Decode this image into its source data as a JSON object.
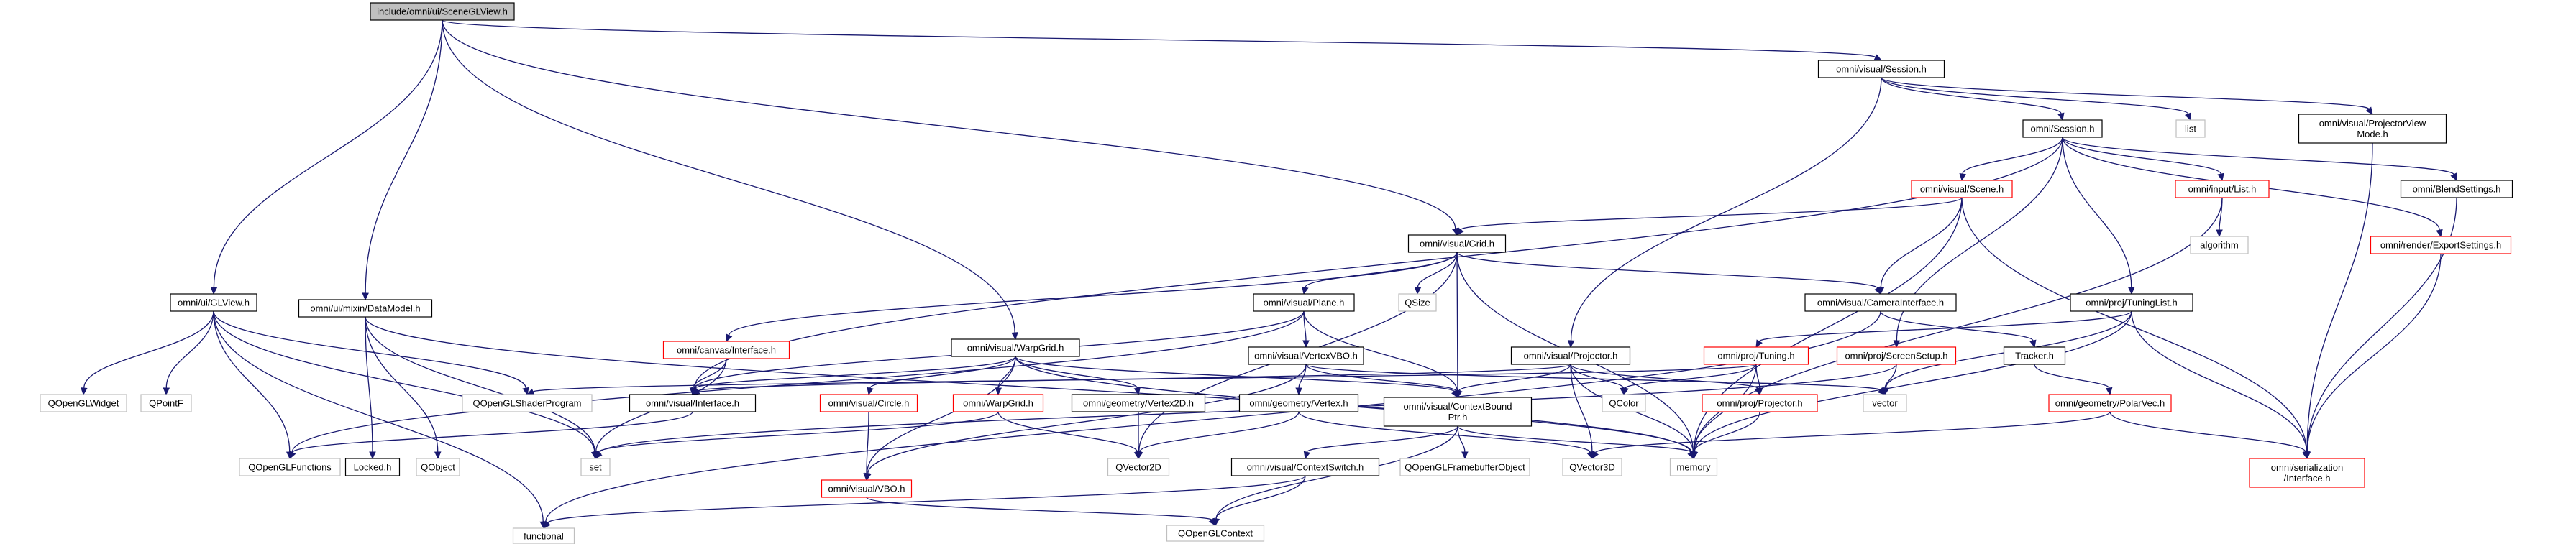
{
  "diagram": {
    "nodes": [
      {
        "id": "root",
        "lines": [
          "include/omni/ui/SceneGLView.h"
        ],
        "style": "root"
      },
      {
        "id": "session_v",
        "lines": [
          "omni/visual/Session.h"
        ],
        "style": "normal"
      },
      {
        "id": "glview",
        "lines": [
          "omni/ui/GLView.h"
        ],
        "style": "normal"
      },
      {
        "id": "datamodel",
        "lines": [
          "omni/ui/mixin/DataModel.h"
        ],
        "style": "normal"
      },
      {
        "id": "grid",
        "lines": [
          "omni/visual/Grid.h"
        ],
        "style": "normal"
      },
      {
        "id": "warpgrid_v",
        "lines": [
          "omni/visual/WarpGrid.h"
        ],
        "style": "normal"
      },
      {
        "id": "session",
        "lines": [
          "omni/Session.h"
        ],
        "style": "normal"
      },
      {
        "id": "list",
        "lines": [
          "list"
        ],
        "style": "gray"
      },
      {
        "id": "pvm",
        "lines": [
          "omni/visual/ProjectorView",
          "Mode.h"
        ],
        "style": "normal"
      },
      {
        "id": "scene",
        "lines": [
          "omni/visual/Scene.h"
        ],
        "style": "red"
      },
      {
        "id": "inputlist",
        "lines": [
          "omni/input/List.h"
        ],
        "style": "red"
      },
      {
        "id": "blend",
        "lines": [
          "omni/BlendSettings.h"
        ],
        "style": "normal"
      },
      {
        "id": "export",
        "lines": [
          "omni/render/ExportSettings.h"
        ],
        "style": "red"
      },
      {
        "id": "algorithm",
        "lines": [
          "algorithm"
        ],
        "style": "gray"
      },
      {
        "id": "plane",
        "lines": [
          "omni/visual/Plane.h"
        ],
        "style": "normal"
      },
      {
        "id": "qsize",
        "lines": [
          "QSize"
        ],
        "style": "gray"
      },
      {
        "id": "caminterface",
        "lines": [
          "omni/visual/CameraInterface.h"
        ],
        "style": "normal"
      },
      {
        "id": "tuninglist",
        "lines": [
          "omni/proj/TuningList.h"
        ],
        "style": "normal"
      },
      {
        "id": "canvasif",
        "lines": [
          "omni/canvas/Interface.h"
        ],
        "style": "red"
      },
      {
        "id": "vertexvbo",
        "lines": [
          "omni/visual/VertexVBO.h"
        ],
        "style": "normal"
      },
      {
        "id": "projector_v",
        "lines": [
          "omni/visual/Projector.h"
        ],
        "style": "normal"
      },
      {
        "id": "tuning",
        "lines": [
          "omni/proj/Tuning.h"
        ],
        "style": "red"
      },
      {
        "id": "screensetup",
        "lines": [
          "omni/proj/ScreenSetup.h"
        ],
        "style": "red"
      },
      {
        "id": "tracker",
        "lines": [
          "Tracker.h"
        ],
        "style": "normal"
      },
      {
        "id": "qoglwidget",
        "lines": [
          "QOpenGLWidget"
        ],
        "style": "gray"
      },
      {
        "id": "qpointf",
        "lines": [
          "QPointF"
        ],
        "style": "gray"
      },
      {
        "id": "qoglshader",
        "lines": [
          "QOpenGLShaderProgram"
        ],
        "style": "gray"
      },
      {
        "id": "visualif",
        "lines": [
          "omni/visual/Interface.h"
        ],
        "style": "normal"
      },
      {
        "id": "ctxbound",
        "lines": [
          "omni/visual/ContextBound",
          "Ptr.h"
        ],
        "style": "normal"
      },
      {
        "id": "qcolor",
        "lines": [
          "QColor"
        ],
        "style": "gray"
      },
      {
        "id": "projector_p",
        "lines": [
          "omni/proj/Projector.h"
        ],
        "style": "red"
      },
      {
        "id": "vector",
        "lines": [
          "vector"
        ],
        "style": "gray"
      },
      {
        "id": "polarvec",
        "lines": [
          "omni/geometry/PolarVec.h"
        ],
        "style": "red"
      },
      {
        "id": "circle",
        "lines": [
          "omni/visual/Circle.h"
        ],
        "style": "red"
      },
      {
        "id": "warpgrid",
        "lines": [
          "omni/WarpGrid.h"
        ],
        "style": "red"
      },
      {
        "id": "vertex2d",
        "lines": [
          "omni/geometry/Vertex2D.h"
        ],
        "style": "normal"
      },
      {
        "id": "vertexh",
        "lines": [
          "omni/geometry/Vertex.h"
        ],
        "style": "normal"
      },
      {
        "id": "locked",
        "lines": [
          "Locked.h"
        ],
        "style": "normal"
      },
      {
        "id": "qobject",
        "lines": [
          "QObject"
        ],
        "style": "gray"
      },
      {
        "id": "qoglfunctions",
        "lines": [
          "QOpenGLFunctions"
        ],
        "style": "gray"
      },
      {
        "id": "set",
        "lines": [
          "set"
        ],
        "style": "gray"
      },
      {
        "id": "vbo",
        "lines": [
          "omni/visual/VBO.h"
        ],
        "style": "red"
      },
      {
        "id": "qvector2d",
        "lines": [
          "QVector2D"
        ],
        "style": "gray"
      },
      {
        "id": "ctxswitch",
        "lines": [
          "omni/visual/ContextSwitch.h"
        ],
        "style": "normal"
      },
      {
        "id": "qoglfbo",
        "lines": [
          "QOpenGLFramebufferObject"
        ],
        "style": "gray"
      },
      {
        "id": "qvector3d",
        "lines": [
          "QVector3D"
        ],
        "style": "gray"
      },
      {
        "id": "memory",
        "lines": [
          "memory"
        ],
        "style": "gray"
      },
      {
        "id": "serialization",
        "lines": [
          "omni/serialization",
          "/Interface.h"
        ],
        "style": "red"
      },
      {
        "id": "functional",
        "lines": [
          "functional"
        ],
        "style": "gray"
      },
      {
        "id": "qoglcontext",
        "lines": [
          "QOpenGLContext"
        ],
        "style": "gray"
      }
    ],
    "edges": [
      [
        "root",
        "session_v"
      ],
      [
        "root",
        "glview"
      ],
      [
        "root",
        "datamodel"
      ],
      [
        "root",
        "grid"
      ],
      [
        "root",
        "warpgrid_v"
      ],
      [
        "session_v",
        "session"
      ],
      [
        "session_v",
        "list"
      ],
      [
        "session_v",
        "pvm"
      ],
      [
        "session_v",
        "projector_v"
      ],
      [
        "session",
        "scene"
      ],
      [
        "session",
        "inputlist"
      ],
      [
        "session",
        "blend"
      ],
      [
        "session",
        "export"
      ],
      [
        "session",
        "tuninglist"
      ],
      [
        "session",
        "screensetup"
      ],
      [
        "session",
        "visualif"
      ],
      [
        "scene",
        "grid"
      ],
      [
        "scene",
        "caminterface"
      ],
      [
        "scene",
        "memory"
      ],
      [
        "scene",
        "serialization"
      ],
      [
        "inputlist",
        "algorithm"
      ],
      [
        "inputlist",
        "memory"
      ],
      [
        "blend",
        "serialization"
      ],
      [
        "export",
        "serialization"
      ],
      [
        "pvm",
        "serialization"
      ],
      [
        "grid",
        "plane"
      ],
      [
        "grid",
        "qsize"
      ],
      [
        "grid",
        "caminterface"
      ],
      [
        "grid",
        "canvasif"
      ],
      [
        "grid",
        "ctxbound"
      ],
      [
        "grid",
        "memory"
      ],
      [
        "grid",
        "qvector2d"
      ],
      [
        "plane",
        "vertexvbo"
      ],
      [
        "plane",
        "visualif"
      ],
      [
        "plane",
        "ctxbound"
      ],
      [
        "plane",
        "qoglfunctions"
      ],
      [
        "caminterface",
        "tracker"
      ],
      [
        "caminterface",
        "functional"
      ],
      [
        "tuninglist",
        "tuning"
      ],
      [
        "tuninglist",
        "vector"
      ],
      [
        "tuninglist",
        "memory"
      ],
      [
        "tuninglist",
        "serialization"
      ],
      [
        "canvasif",
        "visualif"
      ],
      [
        "canvasif",
        "set"
      ],
      [
        "vertexvbo",
        "vertexh"
      ],
      [
        "vertexvbo",
        "ctxbound"
      ],
      [
        "vertexvbo",
        "vbo"
      ],
      [
        "vertexvbo",
        "vector"
      ],
      [
        "projector_v",
        "visualif"
      ],
      [
        "projector_v",
        "ctxbound"
      ],
      [
        "projector_v",
        "qcolor"
      ],
      [
        "projector_v",
        "projector_p"
      ],
      [
        "projector_v",
        "qvector3d"
      ],
      [
        "projector_v",
        "memory"
      ],
      [
        "tuning",
        "qcolor"
      ],
      [
        "tuning",
        "projector_p"
      ],
      [
        "tuning",
        "memory"
      ],
      [
        "tuning",
        "qoglshader"
      ],
      [
        "screensetup",
        "vector"
      ],
      [
        "screensetup",
        "set"
      ],
      [
        "tracker",
        "polarvec"
      ],
      [
        "warpgrid_v",
        "visualif"
      ],
      [
        "warpgrid_v",
        "circle"
      ],
      [
        "warpgrid_v",
        "warpgrid"
      ],
      [
        "warpgrid_v",
        "vertex2d"
      ],
      [
        "warpgrid_v",
        "ctxbound"
      ],
      [
        "warpgrid_v",
        "vbo"
      ],
      [
        "warpgrid_v",
        "memory"
      ],
      [
        "glview",
        "qoglwidget"
      ],
      [
        "glview",
        "qpointf"
      ],
      [
        "glview",
        "qoglshader"
      ],
      [
        "glview",
        "qoglfunctions"
      ],
      [
        "glview",
        "set"
      ],
      [
        "glview",
        "functional"
      ],
      [
        "datamodel",
        "locked"
      ],
      [
        "datamodel",
        "qobject"
      ],
      [
        "datamodel",
        "set"
      ],
      [
        "datamodel",
        "memory"
      ],
      [
        "visualif",
        "qoglfunctions"
      ],
      [
        "ctxbound",
        "ctxswitch"
      ],
      [
        "ctxbound",
        "qoglfbo"
      ],
      [
        "ctxbound",
        "memory"
      ],
      [
        "ctxbound",
        "qoglcontext"
      ],
      [
        "ctxswitch",
        "functional"
      ],
      [
        "ctxswitch",
        "qoglcontext"
      ],
      [
        "circle",
        "vbo"
      ],
      [
        "warpgrid",
        "set"
      ],
      [
        "warpgrid",
        "qvector2d"
      ],
      [
        "vertex2d",
        "qvector2d"
      ],
      [
        "vertexh",
        "qvector2d"
      ],
      [
        "vertexh",
        "qvector3d"
      ],
      [
        "vbo",
        "qoglcontext"
      ],
      [
        "projector_p",
        "memory"
      ],
      [
        "polarvec",
        "serialization"
      ],
      [
        "polarvec",
        "qvector3d"
      ]
    ]
  }
}
